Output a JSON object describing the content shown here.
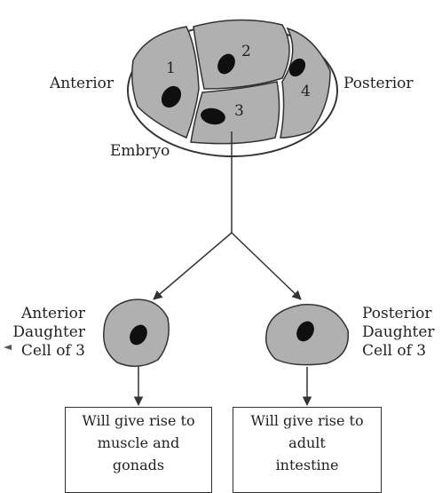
{
  "embryo": {
    "label": "Embryo",
    "anterior_label": "Anterior",
    "posterior_label": "Posterior",
    "cells": [
      {
        "number": "1"
      },
      {
        "number": "2"
      },
      {
        "number": "3"
      },
      {
        "number": "4"
      }
    ]
  },
  "anterior_daughter": {
    "label_lines": [
      "Anterior",
      "Daughter",
      "Cell of 3"
    ],
    "fate_lines": [
      "Will give rise to",
      "muscle and",
      "gonads"
    ]
  },
  "posterior_daughter": {
    "label_lines": [
      "Posterior",
      "Daughter",
      "Cell of 3"
    ],
    "fate_lines": [
      "Will give rise to",
      "adult",
      "intestine"
    ]
  },
  "colors": {
    "cell_fill": "#b0b0b0",
    "nucleus_fill": "#0f0f0f",
    "line": "#333333"
  }
}
